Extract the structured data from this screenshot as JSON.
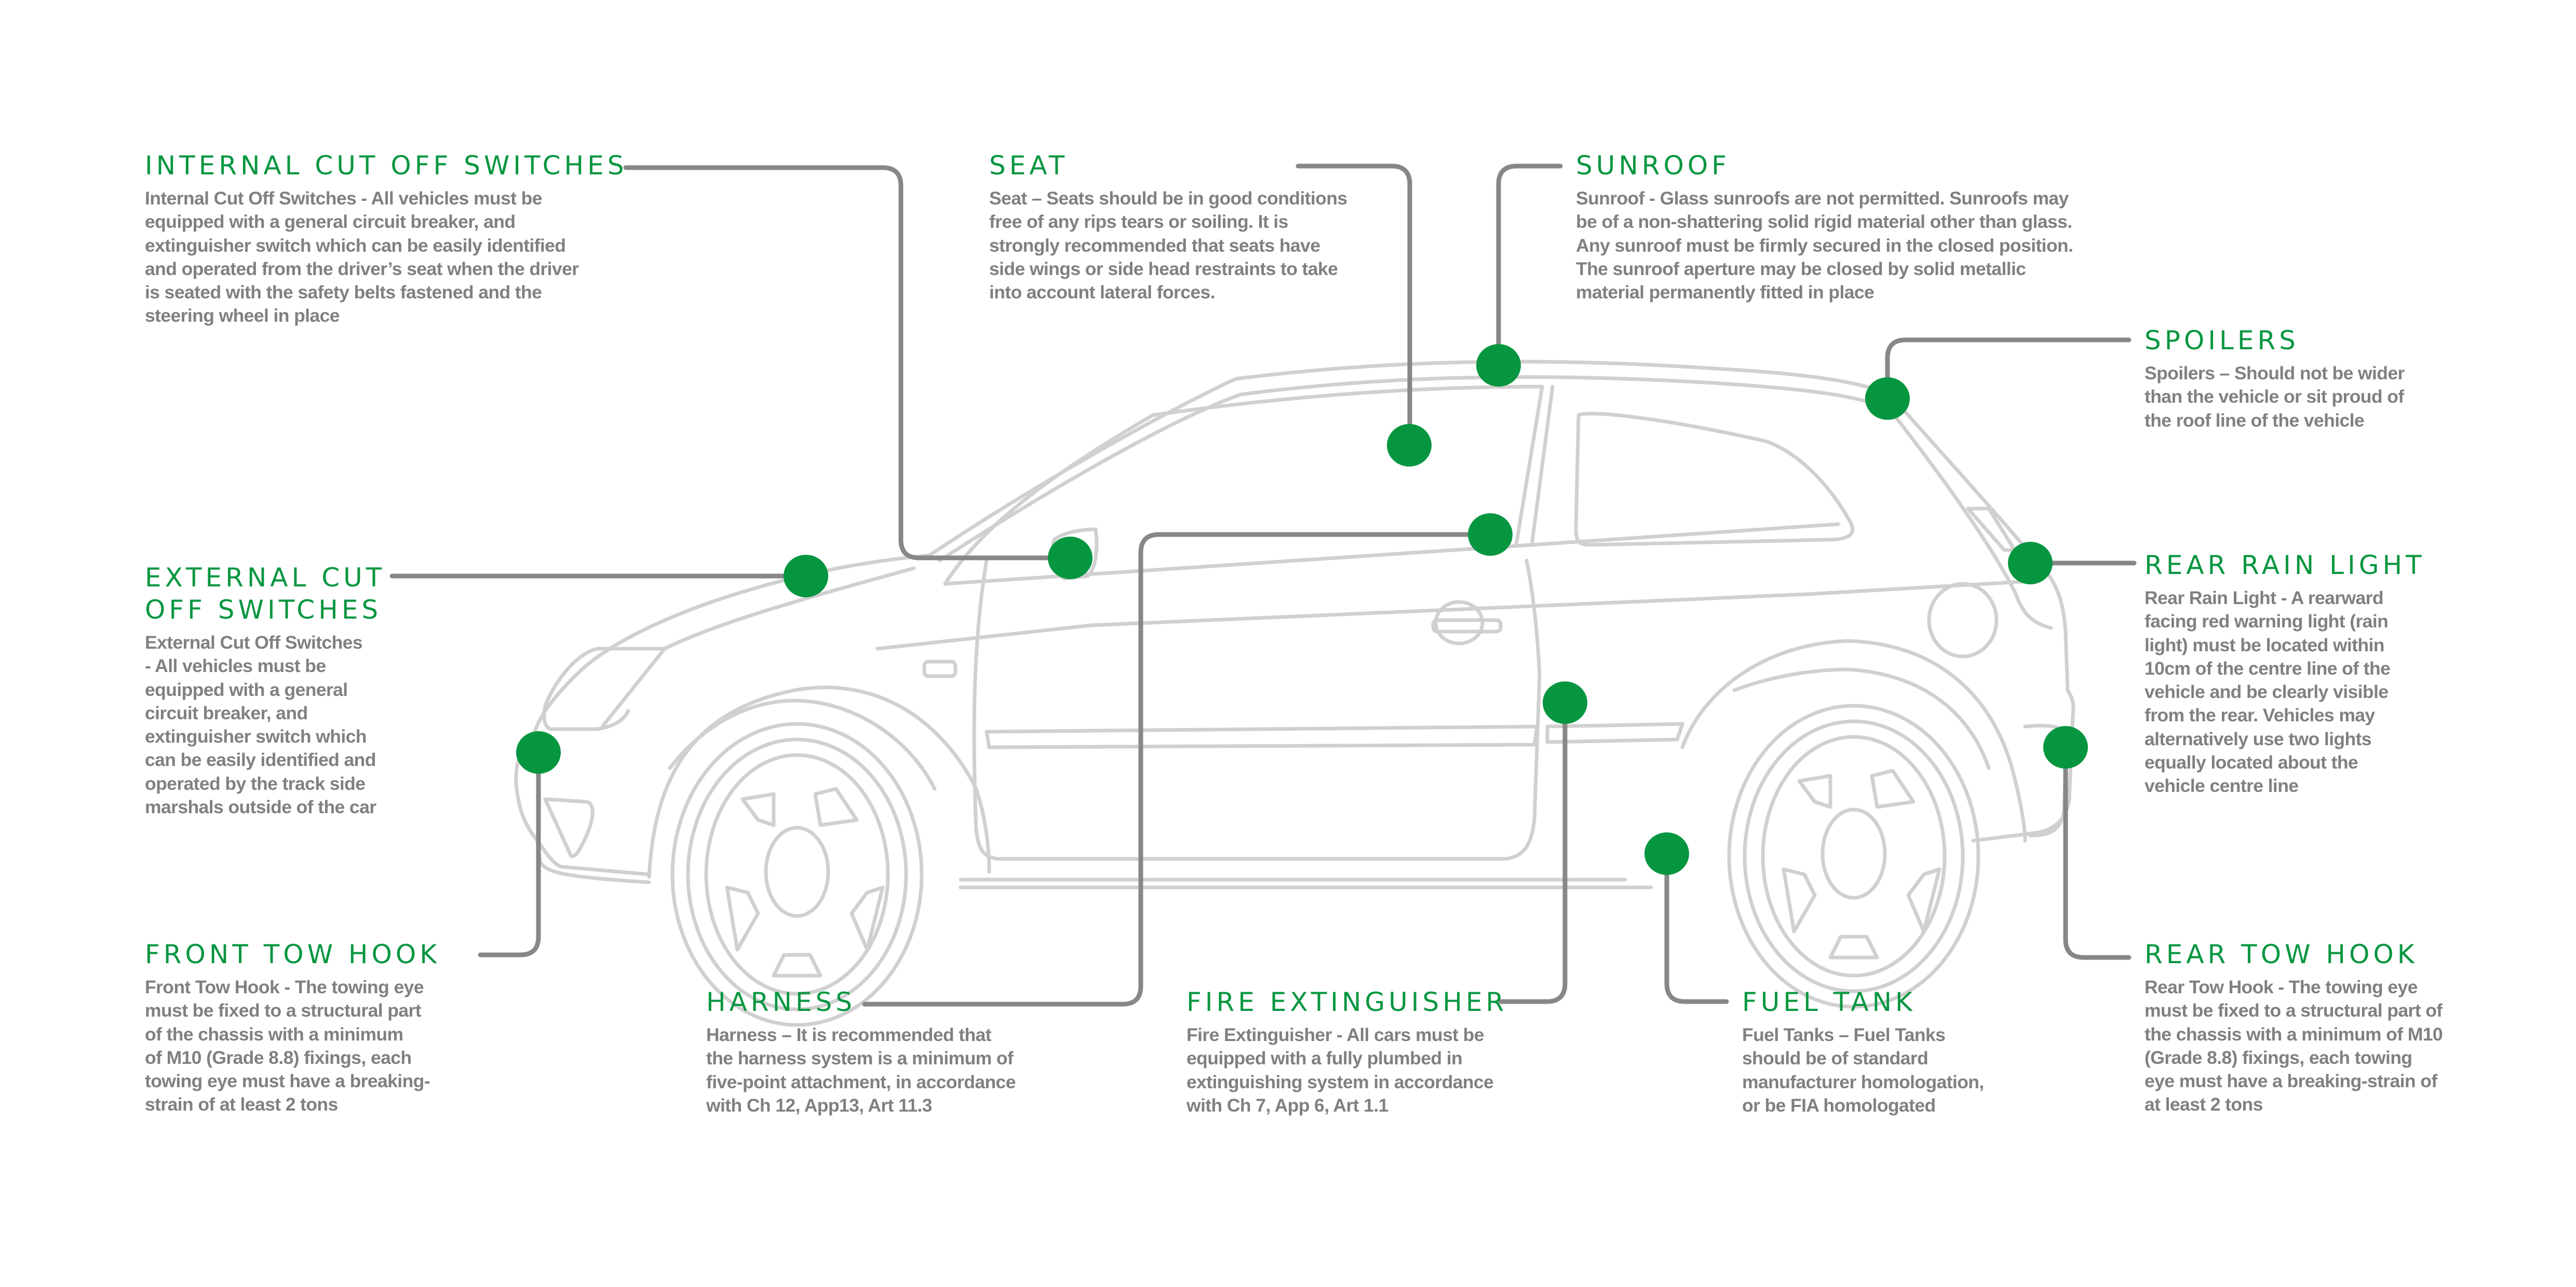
{
  "colors": {
    "accent_green": "#079640",
    "body_text_gray": "#808080",
    "leader_line_gray": "#878787",
    "car_outline_gray": "#d0d0d0",
    "background": "#ffffff"
  },
  "callouts": [
    {
      "id": "internal-cut-off-switches",
      "title": "INTERNAL CUT OFF SWITCHES",
      "body": "Internal Cut Off Switches - All vehicles must be\nequipped with a general circuit breaker, and\nextinguisher switch which can be easily identified\nand operated from the driver’s seat when the driver\nis seated with the safety belts fastened and the\nsteering wheel in place"
    },
    {
      "id": "seat",
      "title": "SEAT",
      "body": "Seat – Seats should be in good conditions\nfree of any rips tears or soiling. It is\nstrongly recommended that seats have\nside wings or side head restraints to take\ninto account lateral forces."
    },
    {
      "id": "sunroof",
      "title": "SUNROOF",
      "body": "Sunroof - Glass sunroofs are not permitted. Sunroofs may\nbe of a non-shattering solid rigid material other than glass.\nAny sunroof must be firmly secured in the closed position.\nThe sunroof aperture may be closed by solid metallic\nmaterial permanently fitted in place"
    },
    {
      "id": "spoilers",
      "title": "SPOILERS",
      "body": "Spoilers – Should not be wider\nthan the vehicle or sit proud of\nthe roof line of the vehicle"
    },
    {
      "id": "external-cut-off-switches",
      "title": "EXTERNAL CUT\nOFF SWITCHES",
      "body": "External Cut Off Switches\n- All vehicles must be\nequipped with a general\ncircuit breaker, and\nextinguisher switch which\ncan be easily identified and\noperated by the track side\nmarshals outside of the car"
    },
    {
      "id": "rear-rain-light",
      "title": "REAR RAIN LIGHT",
      "body": "Rear Rain Light - A rearward\nfacing red warning light (rain\nlight) must be located within\n10cm of the centre line of the\nvehicle and be clearly visible\nfrom the rear. Vehicles may\nalternatively use two lights\nequally located about the\nvehicle centre line"
    },
    {
      "id": "front-tow-hook",
      "title": "FRONT TOW HOOK",
      "body": "Front Tow Hook - The towing eye\nmust be fixed to a structural part\nof the chassis with a minimum\nof M10 (Grade 8.8) fixings, each\ntowing eye must have a breaking-\nstrain of at least 2 tons"
    },
    {
      "id": "harness",
      "title": "HARNESS",
      "body": "Harness – It is recommended that\nthe harness system is a minimum of\nfive-point attachment, in accordance\nwith Ch 12, App13, Art 11.3"
    },
    {
      "id": "fire-extinguisher",
      "title": "FIRE EXTINGUISHER",
      "body": "Fire Extinguisher - All cars must be\nequipped with a fully plumbed in\nextinguishing system in accordance\nwith Ch 7, App 6, Art 1.1"
    },
    {
      "id": "fuel-tank",
      "title": "FUEL TANK",
      "body": "Fuel Tanks – Fuel Tanks\nshould be of standard\nmanufacturer homologation,\nor be FIA homologated"
    },
    {
      "id": "rear-tow-hook",
      "title": "REAR TOW HOOK",
      "body": "Rear Tow Hook - The towing eye\nmust be fixed to a structural part of\nthe chassis with a minimum of M10\n(Grade 8.8) fixings, each towing\neye must have a breaking-strain of\nat least 2 tons"
    }
  ]
}
